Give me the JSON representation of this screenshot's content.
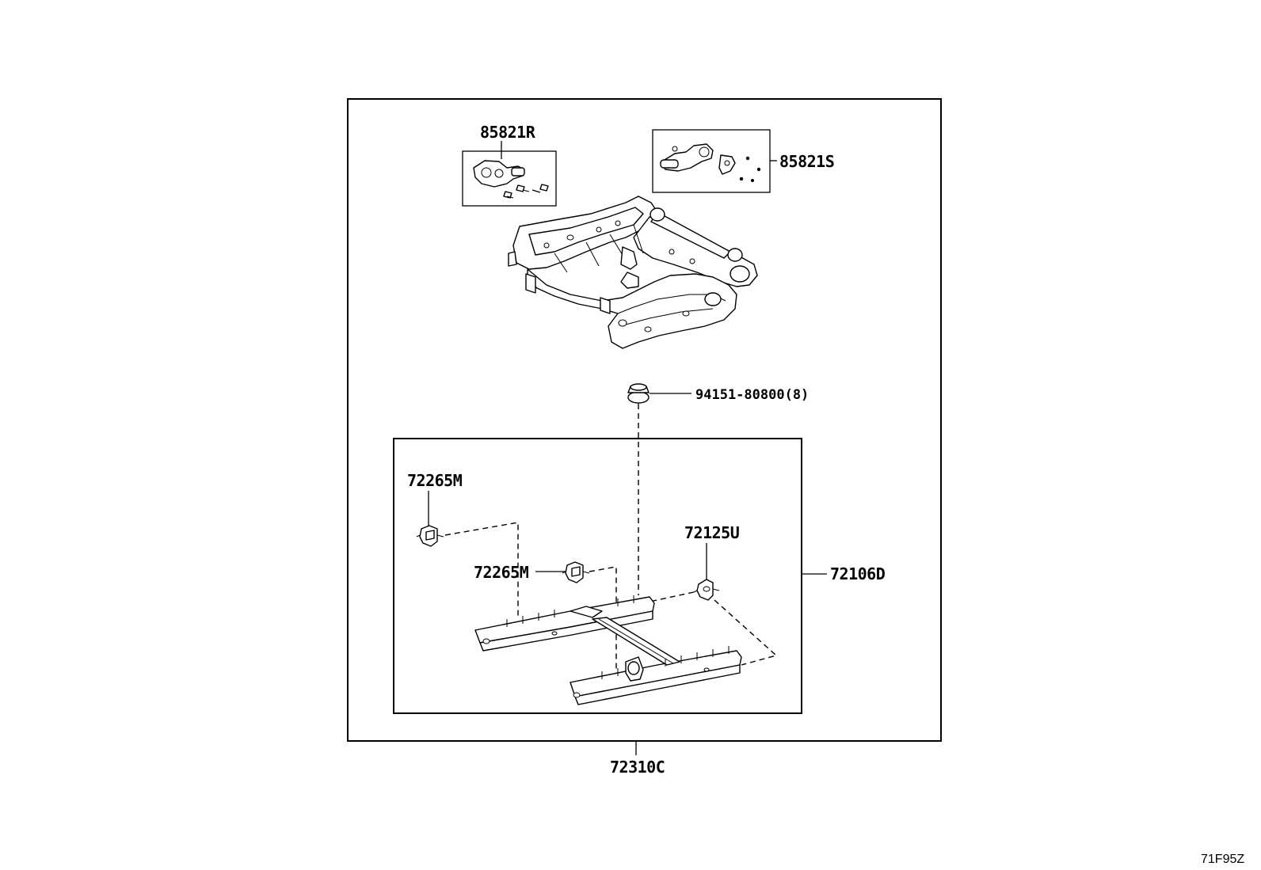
{
  "labels": {
    "motor_r": "85821R",
    "motor_s": "85821S",
    "nut": "94151-80800(8)",
    "clip_upper": "72265M",
    "clip_middle": "72265M",
    "link": "72125U",
    "track_assy": "72106D",
    "seat_adjuster": "72310C"
  },
  "illustration_code": "71F95Z"
}
